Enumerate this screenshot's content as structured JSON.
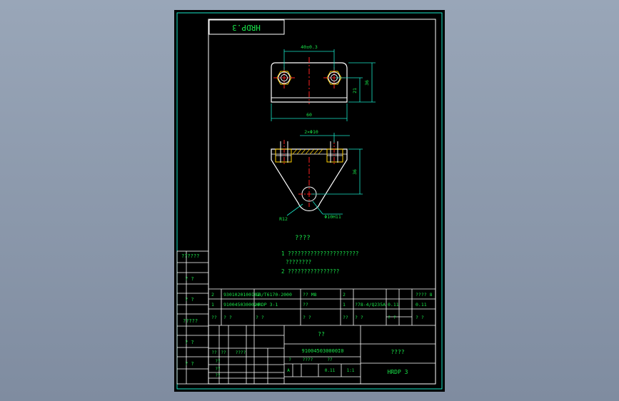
{
  "colors": {
    "background": "#8c99ad",
    "sheet": "#000000",
    "frame": "#19e6c8",
    "text": "#19e64a",
    "part": "#ffffff",
    "centerline": "#ff2020",
    "dimension": "#19e6c8",
    "hatch": "#ffd000"
  },
  "title_rotated": "HRDP.3",
  "dims_top": {
    "hole_spacing": "40±0.3",
    "width": "60",
    "height_inner": "21",
    "height_outer": "36"
  },
  "dims_front": {
    "holes": "2×Φ10",
    "height": "36",
    "radius": "R12",
    "bore": "Φ10H11"
  },
  "notes": {
    "heading": "????",
    "line1": "1 ??????????????????????",
    "line1b": "????????",
    "line2": "2 ????????????????"
  },
  "left_column": [
    "??????",
    "? ?",
    "? ?",
    "?????",
    "? ?",
    "? ?"
  ],
  "bom": [
    [
      "2",
      "9301020100I02",
      "GB/T6170-2000",
      "?? M8",
      "2",
      "",
      "",
      "???? 8"
    ],
    [
      "1",
      "9100450300028",
      "HRDP 3-1",
      "??",
      "1",
      "?78-4/Q235A",
      "0.11",
      "0.11"
    ],
    [
      "??",
      "? ?",
      "? ?",
      "? ?",
      "??",
      "? ?",
      "? ?",
      "? ?"
    ]
  ],
  "title_block": {
    "material": "??",
    "drawing_no": "910045030000I0",
    "name": "????",
    "code": "HRDP 3",
    "stage": "A",
    "weight": "0.11",
    "scale": "1:1",
    "row_labels": [
      "??",
      "??",
      "????",
      "??",
      "??",
      "??"
    ],
    "sub_labels": [
      "?",
      "????",
      "??"
    ]
  }
}
